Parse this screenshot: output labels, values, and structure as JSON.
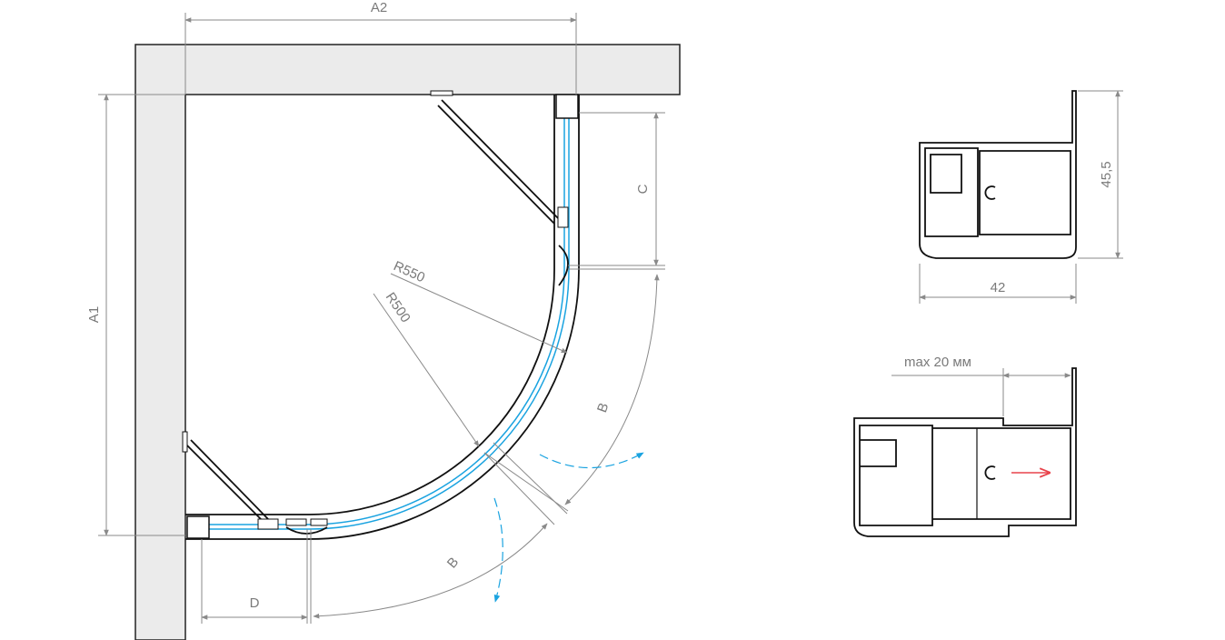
{
  "plan": {
    "labels": {
      "a2": "A2",
      "a1": "A1",
      "c": "C",
      "r550": "R550",
      "r500": "R500",
      "b_right": "B",
      "b_bottom": "B",
      "d": "D"
    }
  },
  "profile_top": {
    "height_label": "45,5",
    "width_label": "42"
  },
  "profile_bottom": {
    "adjust_label": "max 20 мм"
  },
  "colors": {
    "wall": "#ebebeb",
    "glass": "#1aa3e0",
    "arrow": "#e8434b",
    "dimension": "#8a8a8a"
  }
}
